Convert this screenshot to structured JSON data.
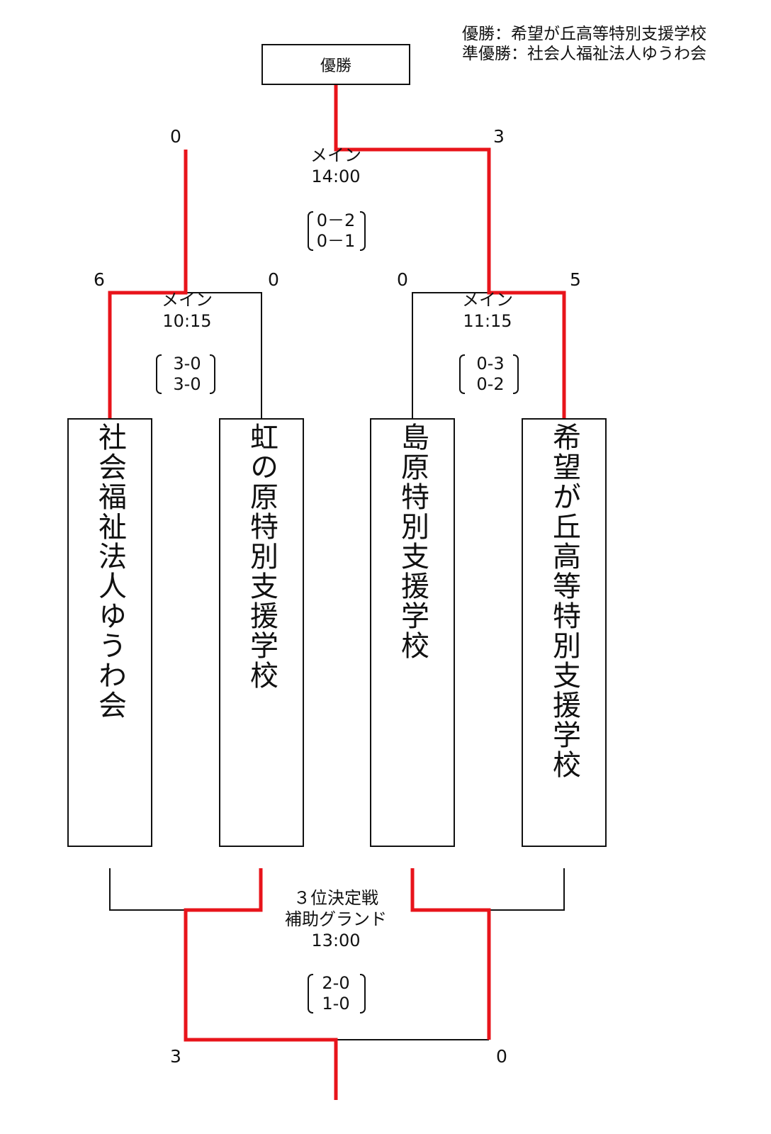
{
  "summary": {
    "champion_line": "優勝：希望が丘高等特別支援学校",
    "runner_up_line": "準優勝：社会人福祉法人ゆうわ会"
  },
  "champion_box": "優勝",
  "teams": [
    "社会福祉法人ゆうわ会",
    "虹の原特別支援学校",
    "島原特別支援学校",
    "希望が丘高等特別支援学校"
  ],
  "final": {
    "venue": "メイン",
    "time": "14:00",
    "score_left": "0",
    "score_right": "3",
    "sets": [
      "0－2",
      "0－1"
    ]
  },
  "semi_left": {
    "venue": "メイン",
    "time": "10:15",
    "score_left": "6",
    "score_right": "0",
    "sets": [
      "3-0",
      "3-0"
    ]
  },
  "semi_right": {
    "venue": "メイン",
    "time": "11:15",
    "score_left": "0",
    "score_right": "5",
    "sets": [
      "0-3",
      "0-2"
    ]
  },
  "third_place": {
    "title": "３位決定戦",
    "venue": "補助グランド",
    "time": "13:00",
    "score_left": "3",
    "score_right": "0",
    "sets": [
      "2-0",
      "1-0"
    ]
  },
  "colors": {
    "winner_line": "#e8141b",
    "normal_line": "#111111"
  }
}
